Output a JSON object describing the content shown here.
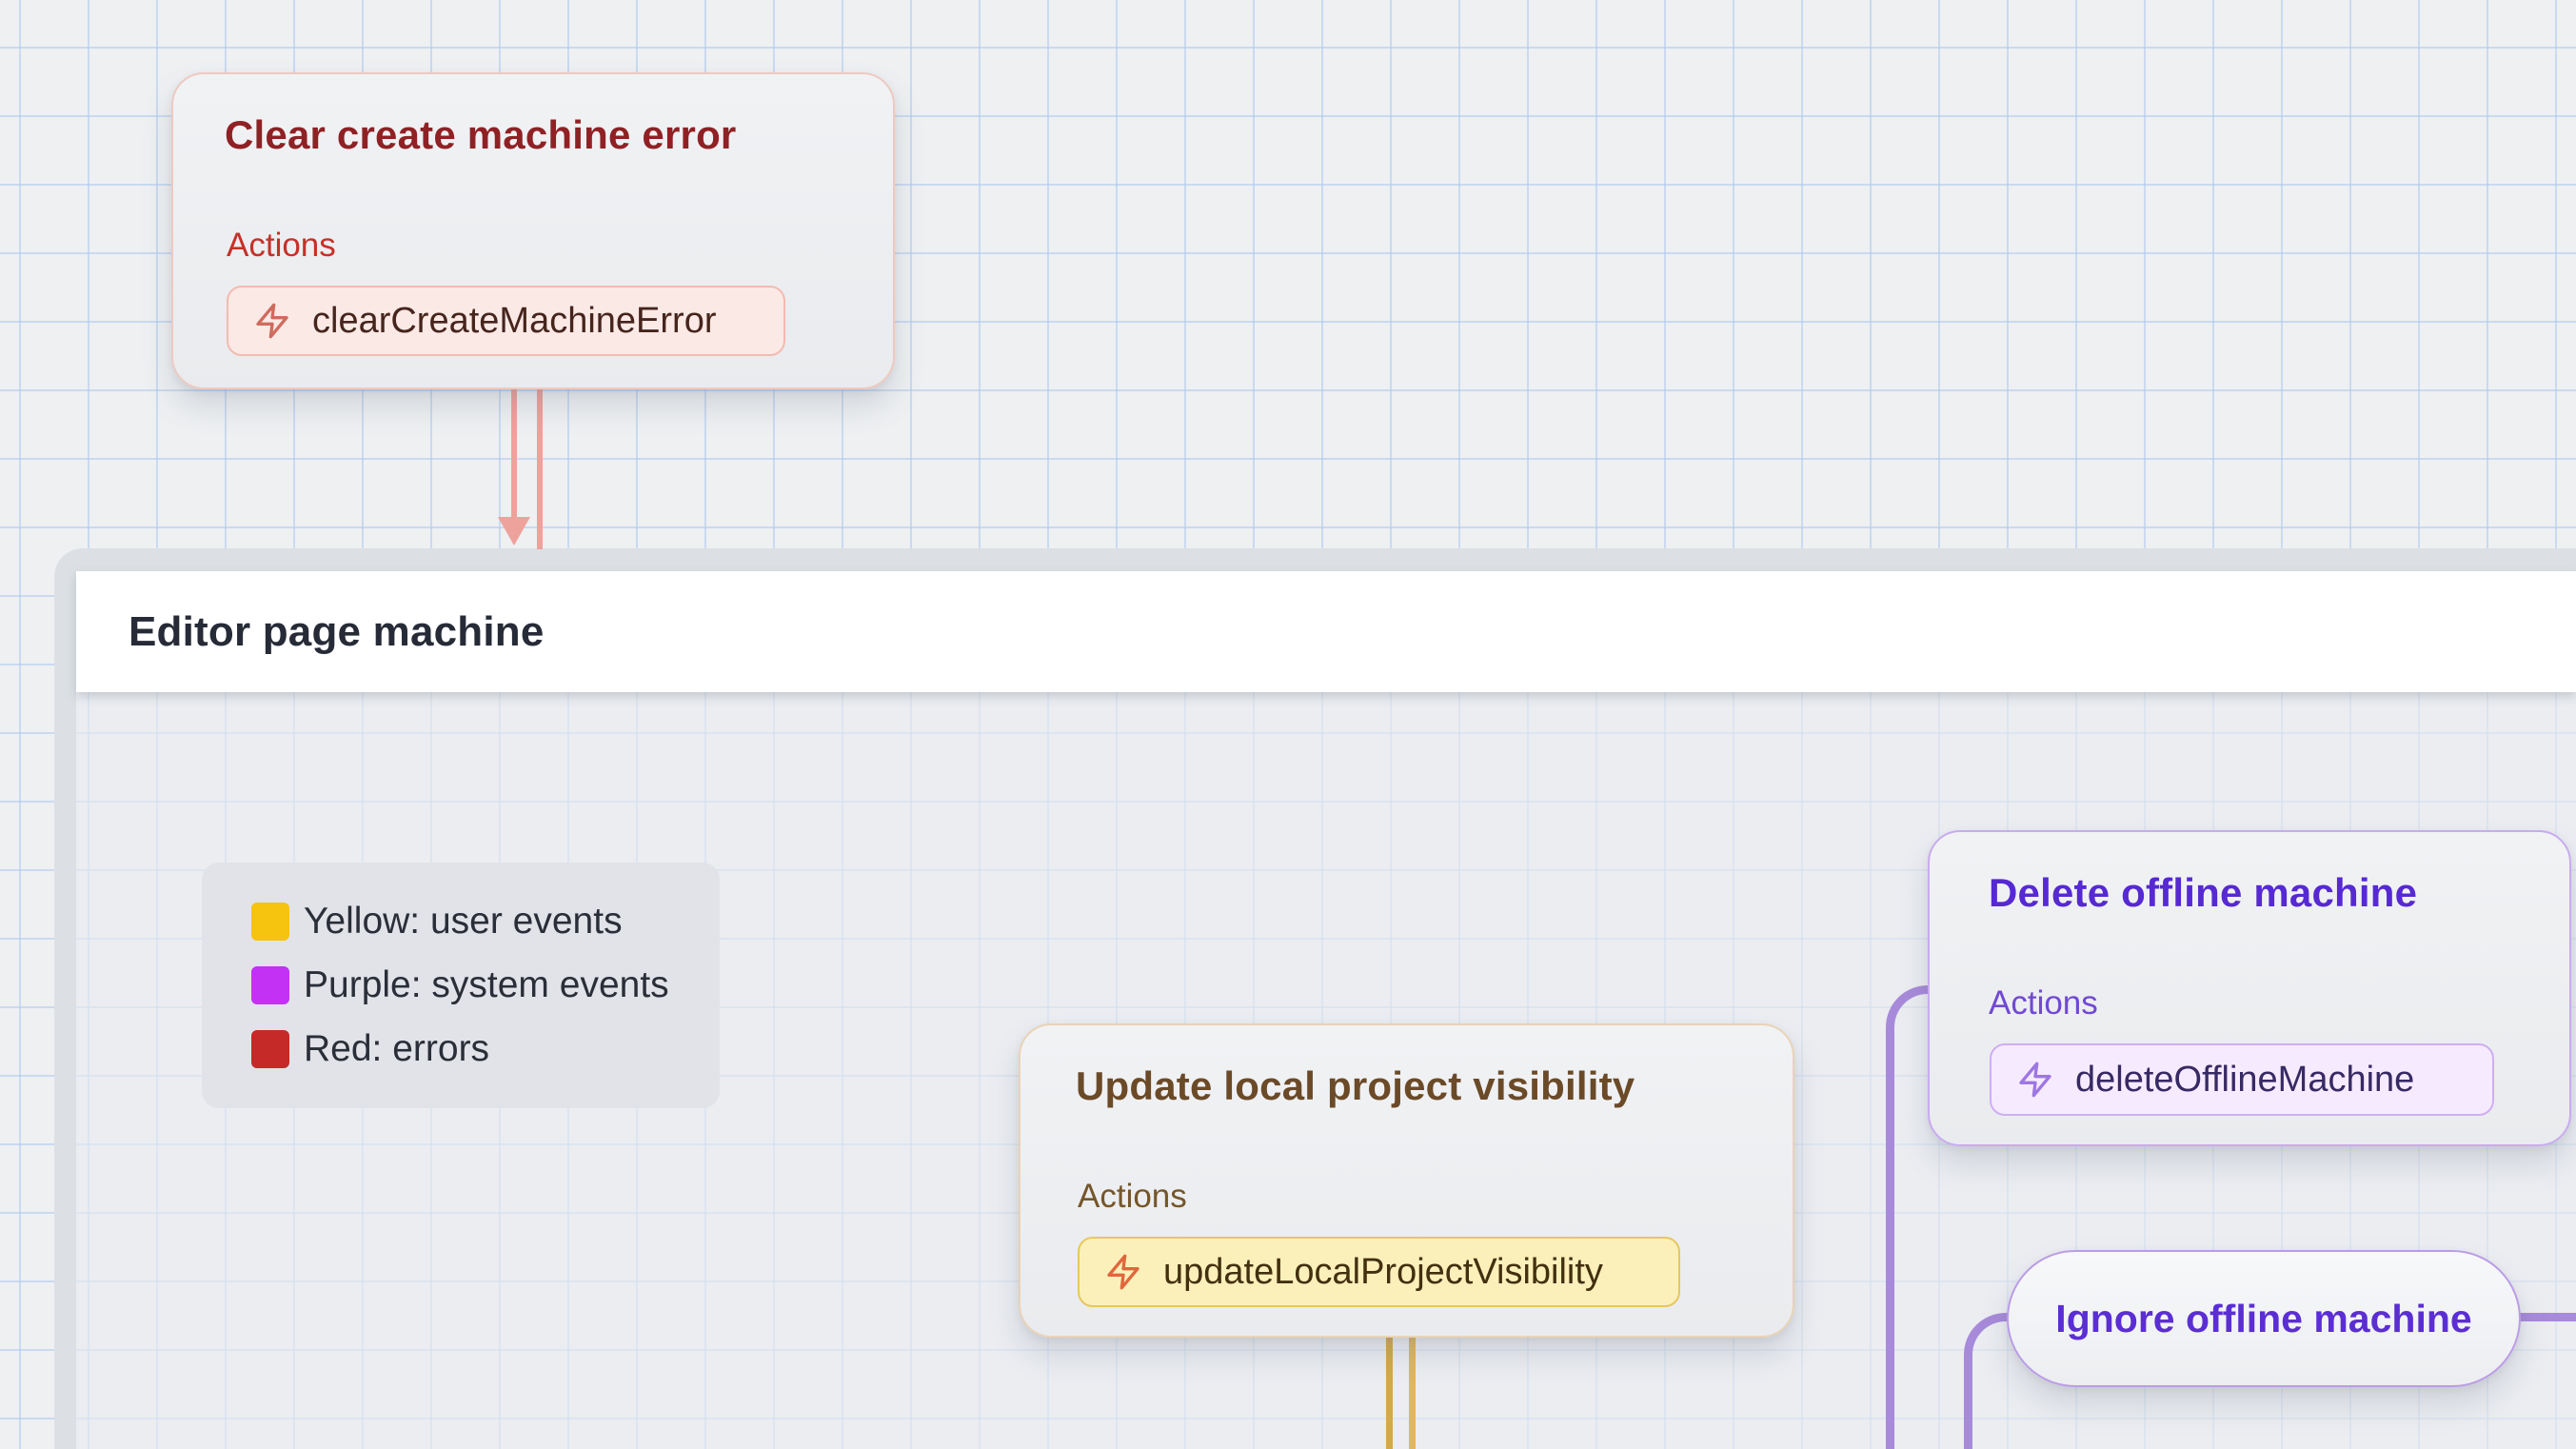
{
  "machine": {
    "title": "Editor page machine"
  },
  "nodes": {
    "clear": {
      "title": "Clear create machine error",
      "section": "Actions",
      "action": "clearCreateMachineError"
    },
    "update": {
      "title": "Update local project visibility",
      "section": "Actions",
      "action": "updateLocalProjectVisibility"
    },
    "delete": {
      "title": "Delete offline machine",
      "section": "Actions",
      "action": "deleteOfflineMachine"
    },
    "ignore": {
      "title": "Ignore offline machine"
    }
  },
  "legend": {
    "items": [
      {
        "label": "Yellow: user events",
        "color": "#f6c30e"
      },
      {
        "label": "Purple: system events",
        "color": "#c331f4"
      },
      {
        "label": "Red: errors",
        "color": "#c52a28"
      }
    ]
  },
  "colors": {
    "error_edge": "#eda29b",
    "user_event_edge": "#d7a74d",
    "system_event_edge": "#a78ad9",
    "error_title": "#8f2125",
    "user_event_title": "#6b4a28",
    "system_event_title": "#5629d2"
  }
}
